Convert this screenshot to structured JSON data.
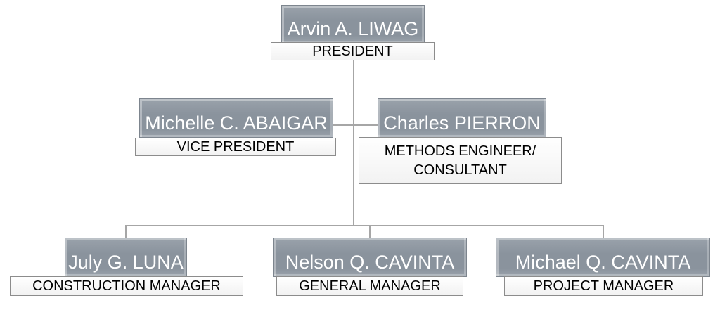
{
  "org_chart": {
    "president": {
      "name": "Arvin A. LIWAG",
      "title": "PRESIDENT"
    },
    "vice_president": {
      "name": "Michelle C. ABAIGAR",
      "title": "VICE PRESIDENT"
    },
    "consultant": {
      "name": "Charles PIERRON",
      "title_line1": "METHODS ENGINEER/",
      "title_line2": "CONSULTANT"
    },
    "managers": [
      {
        "name": "July G. LUNA",
        "title": "CONSTRUCTION MANAGER"
      },
      {
        "name": "Nelson Q. CAVINTA",
        "title": "GENERAL MANAGER"
      },
      {
        "name": "Michael Q. CAVINTA",
        "title": "PROJECT MANAGER"
      }
    ]
  },
  "colors": {
    "name_box": "#8a939d",
    "connector": "#a6a6a6"
  }
}
